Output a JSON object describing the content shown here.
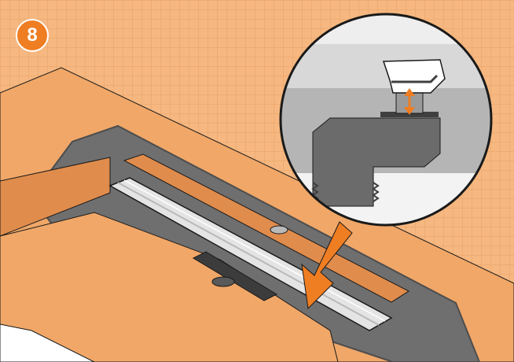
{
  "step": {
    "number": "8"
  },
  "colors": {
    "wall_tile": "#f6b880",
    "tile_grout": "#e7a066",
    "floor": "#f0a768",
    "floor_shade": "#e08c4c",
    "membrane": "#6f6f6f",
    "membrane_edge": "#4d4d4d",
    "channel_steel": "#e4e4e4",
    "channel_shadow": "#b9b9b9",
    "grate_dark": "#3c3c3c",
    "arrow": "#ef7d22",
    "accent_badge": "#ef7d22",
    "detail_bg_light": "#d8d8d8",
    "detail_bg_mid": "#b5b5b5",
    "detail_part": "#6b6b6b",
    "detail_dark": "#3f3f3f",
    "outline": "#1a1a1a"
  },
  "icons": {
    "badge": "step-number-badge",
    "arrow": "down-arrow-indicator",
    "adjust": "vertical-adjustment-arrows-icon"
  }
}
